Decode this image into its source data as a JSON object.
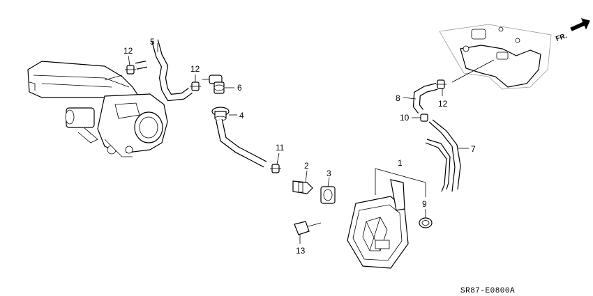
{
  "callouts": {
    "c1": "1",
    "c2": "2",
    "c3": "3",
    "c4": "4",
    "c5": "5",
    "c6": "6",
    "c7": "7",
    "c8": "8",
    "c9": "9",
    "c10": "10",
    "c11": "11",
    "c12": "12",
    "c13": "13"
  },
  "labels": {
    "front": "FR.",
    "code": "SR87-E0800A"
  },
  "colors": {
    "ink": "#000000",
    "background": "#ffffff",
    "faint_outline": "#999999"
  }
}
